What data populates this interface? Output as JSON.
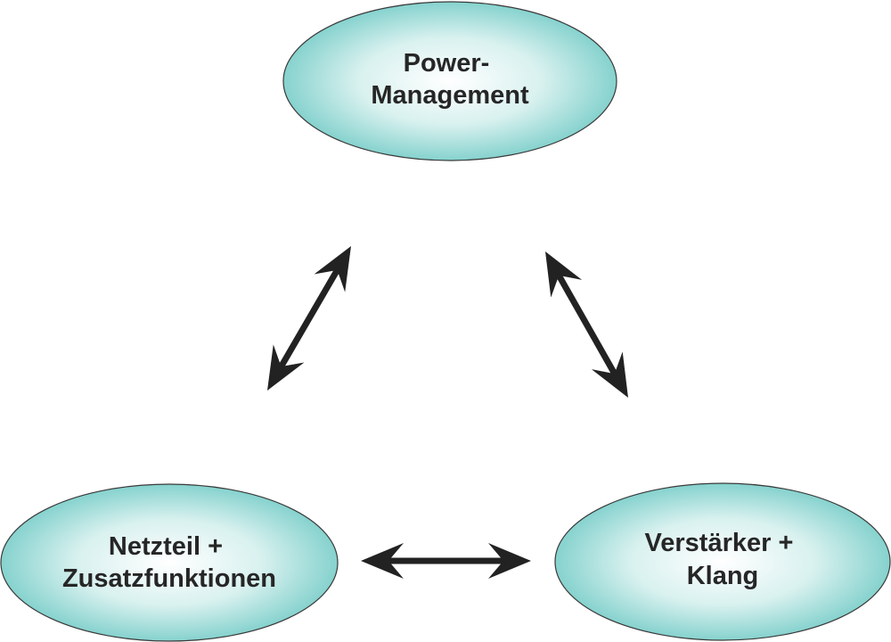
{
  "nodes": {
    "power": {
      "lines": [
        "Power-",
        "Management"
      ]
    },
    "netzteil": {
      "lines": [
        "Netzteil +",
        "Zusatzfunktionen"
      ]
    },
    "verstaerker": {
      "lines": [
        "Verstärker +",
        "Klang"
      ]
    }
  },
  "colors": {
    "ellipse_center": "#ffffff",
    "ellipse_mid": "#c7ebe8",
    "ellipse_edge": "#7fcfcb",
    "ellipse_stroke": "#3a3a3a",
    "arrow": "#222222",
    "text": "#262626"
  },
  "connections": [
    {
      "from": "power",
      "to": "netzteil",
      "direction": "bidirectional"
    },
    {
      "from": "power",
      "to": "verstaerker",
      "direction": "bidirectional"
    },
    {
      "from": "netzteil",
      "to": "verstaerker",
      "direction": "bidirectional"
    }
  ]
}
